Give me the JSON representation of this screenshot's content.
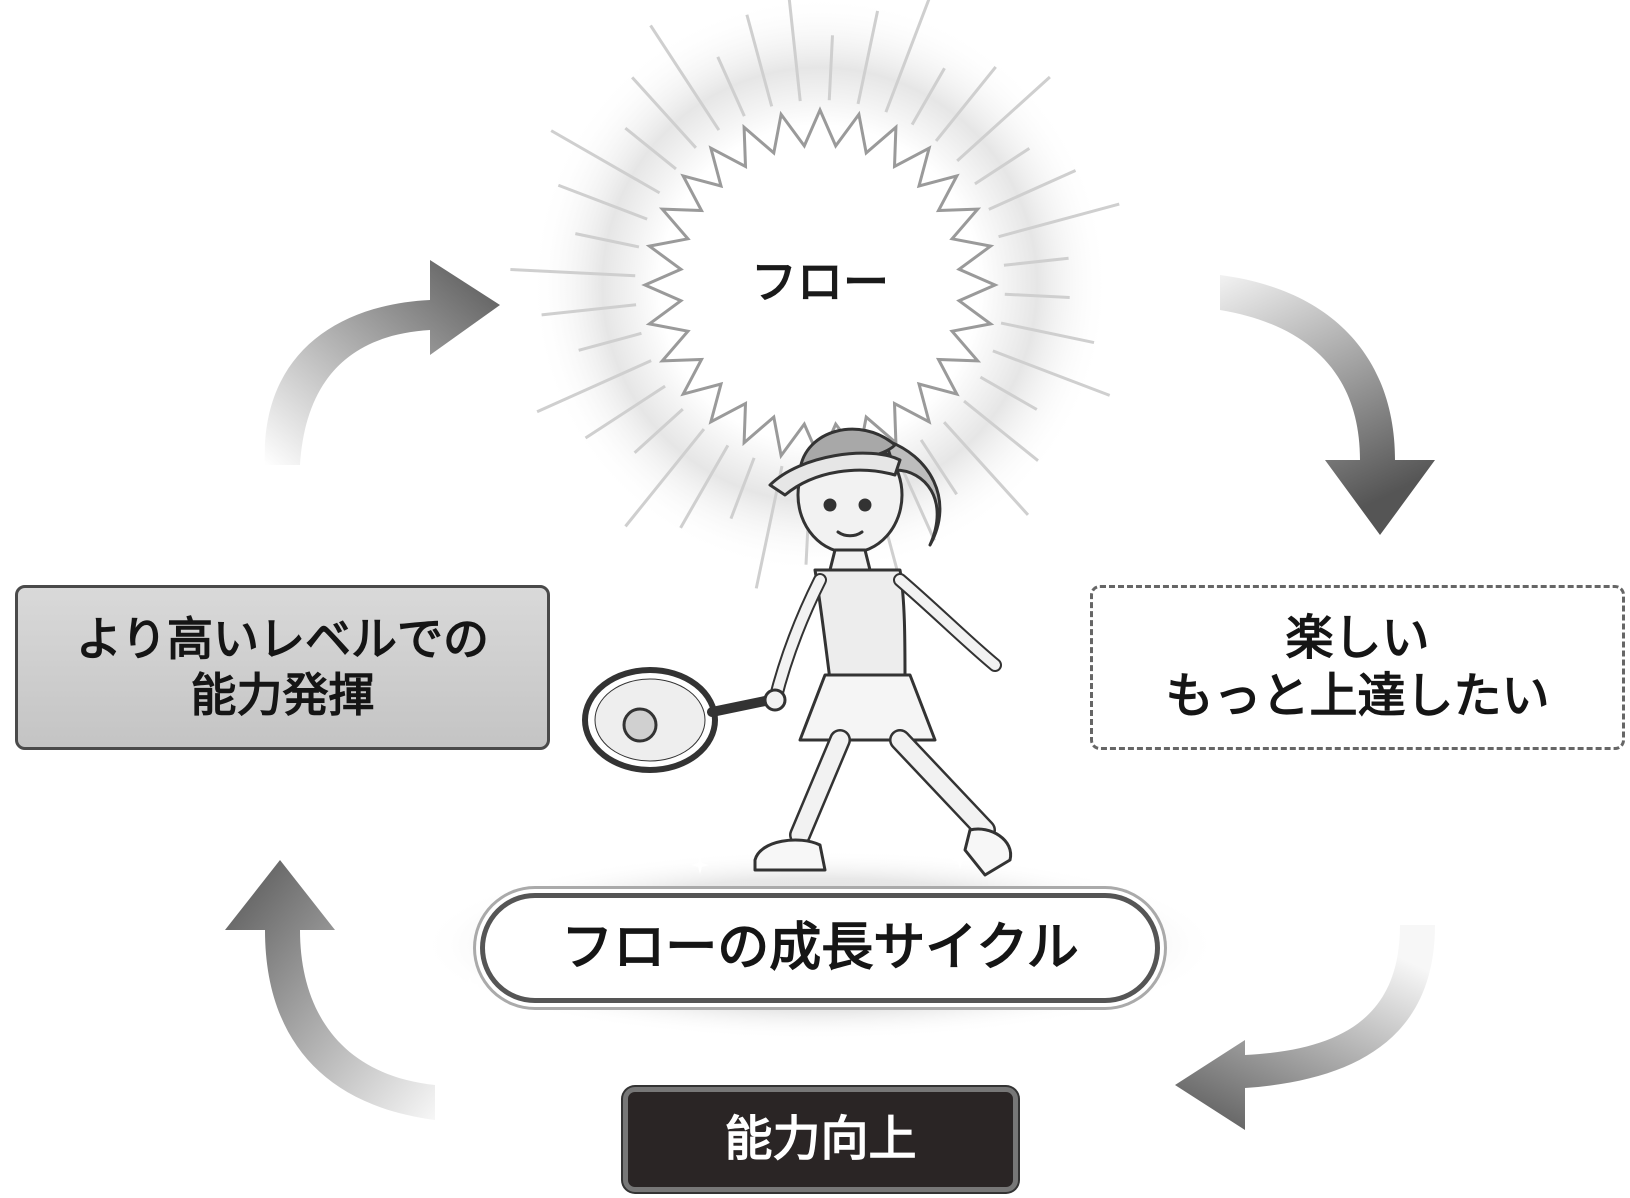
{
  "diagram": {
    "center_label": "フロー",
    "title": "フローの成長サイクル",
    "left_box": {
      "lines": [
        "より高いレベルでの",
        "能力発揮"
      ]
    },
    "right_box": {
      "lines": [
        "楽しい",
        "もっと上達したい"
      ]
    },
    "bottom_box": {
      "label": "能力向上"
    }
  }
}
